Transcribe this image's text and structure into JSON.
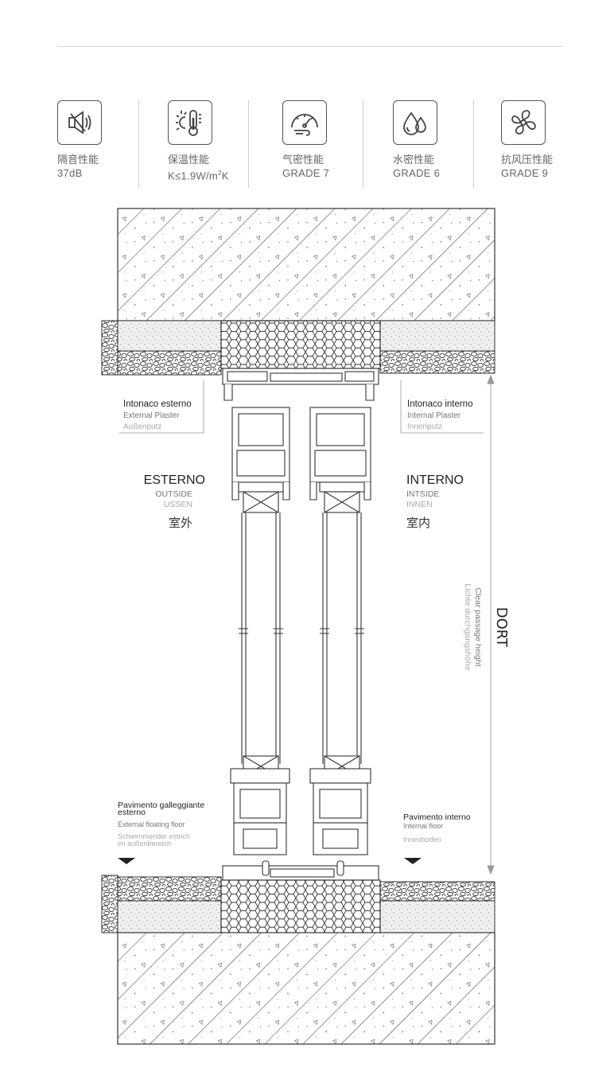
{
  "features": [
    {
      "icon": "speaker-mute-icon",
      "name": "隔音性能",
      "value": "37dB"
    },
    {
      "icon": "sun-thermometer-icon",
      "name": "保温性能",
      "value_pre": "K≤1.9W/m",
      "value_sup": "2",
      "value_post": "K"
    },
    {
      "icon": "gauge-icon",
      "name": "气密性能",
      "value": "GRADE 7"
    },
    {
      "icon": "water-drops-icon",
      "name": "水密性能",
      "value": "GRADE 6"
    },
    {
      "icon": "fan-wind-icon",
      "name": "抗风压性能",
      "value": "GRADE 9"
    }
  ],
  "labels": {
    "ext_plaster_it": "Intonaco esterno",
    "ext_plaster_en": "External Plaster",
    "ext_plaster_de": "Außenputz",
    "int_plaster_it": "Intonaco interno",
    "int_plaster_en": "Internal Plaster",
    "int_plaster_de": "Innenputz",
    "esterno": "ESTERNO",
    "outside": "OUTSIDE",
    "ussen": "USSEN",
    "outside_cn": "室外",
    "interno": "INTERNO",
    "intside": "INTSIDE",
    "innen": "INNEN",
    "inside_cn": "室内",
    "dort": "DORT",
    "clear_en": "Clear passage height",
    "clear_de": "Lichte durchgangshöhe",
    "ext_floor_it_1": "Pavimento galleggiante",
    "ext_floor_it_2": "esterno",
    "ext_floor_en": "External floating floor",
    "ext_floor_de_1": "Schwimmender estrich",
    "ext_floor_de_2": "im außenbereich",
    "int_floor_it": "Pavimento interno",
    "int_floor_en": "Internal floor",
    "int_floor_de": "Innenboden"
  }
}
